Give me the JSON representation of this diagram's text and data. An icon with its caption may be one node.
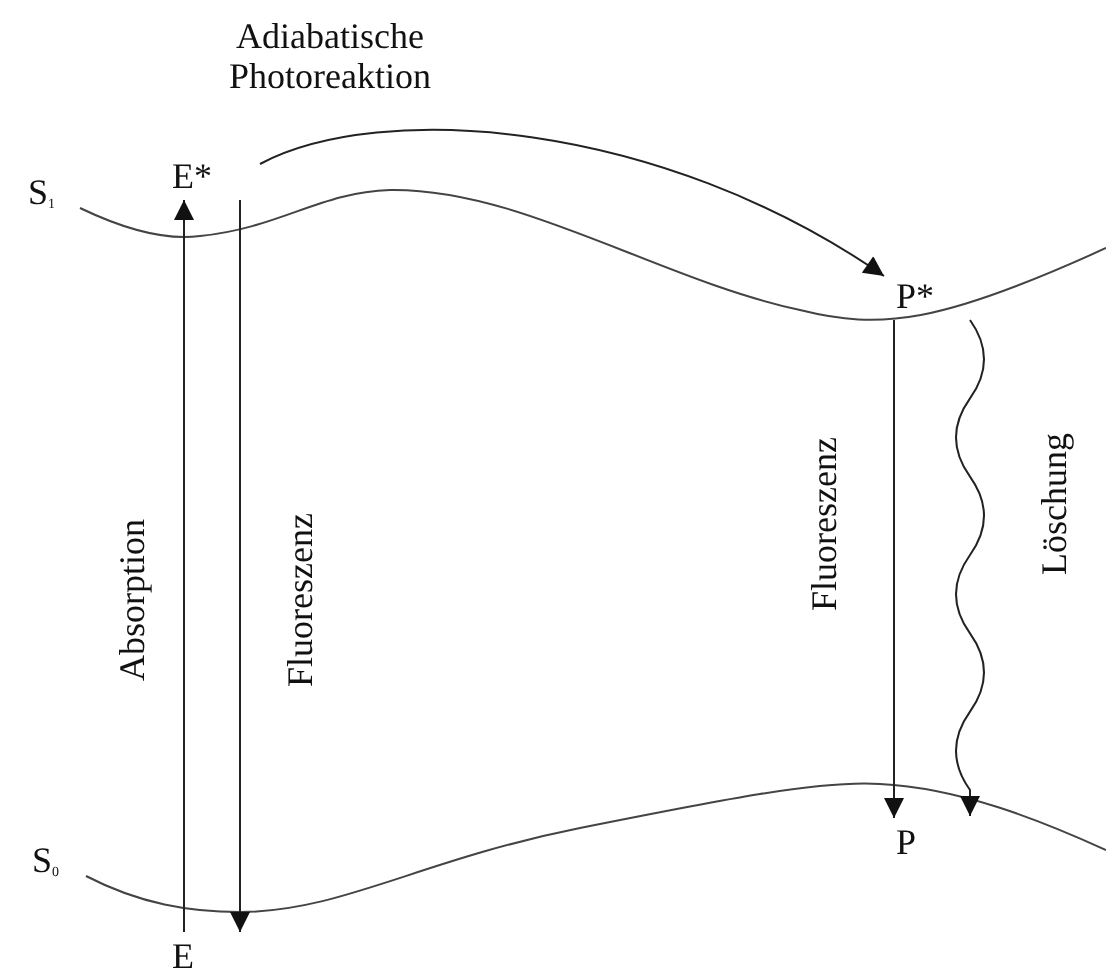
{
  "diagram": {
    "nodes": [
      {
        "text": [
          "E*"
        ]
      },
      {
        "text": [
          "P*"
        ]
      },
      {
        "text": [
          "E"
        ]
      },
      {
        "text": [
          "P"
        ]
      }
    ],
    "edges": [
      {
        "from": 0,
        "to": 1,
        "arrow": "to",
        "label": "Adiabatische Photoreaktion"
      },
      {
        "from": 2,
        "to": 0,
        "arrow": "to",
        "label": "Absorption"
      },
      {
        "from": 0,
        "to": 2,
        "arrow": "to",
        "label": "Fluoreszenz"
      },
      {
        "from": 1,
        "to": 3,
        "arrow": "to",
        "label": "Fluoreszenz"
      },
      {
        "from": 1,
        "to": 3,
        "arrow": "to",
        "label": "Löschung"
      }
    ],
    "labels": [
      "S$_{1}$",
      "S$_{0}$"
    ]
  }
}
